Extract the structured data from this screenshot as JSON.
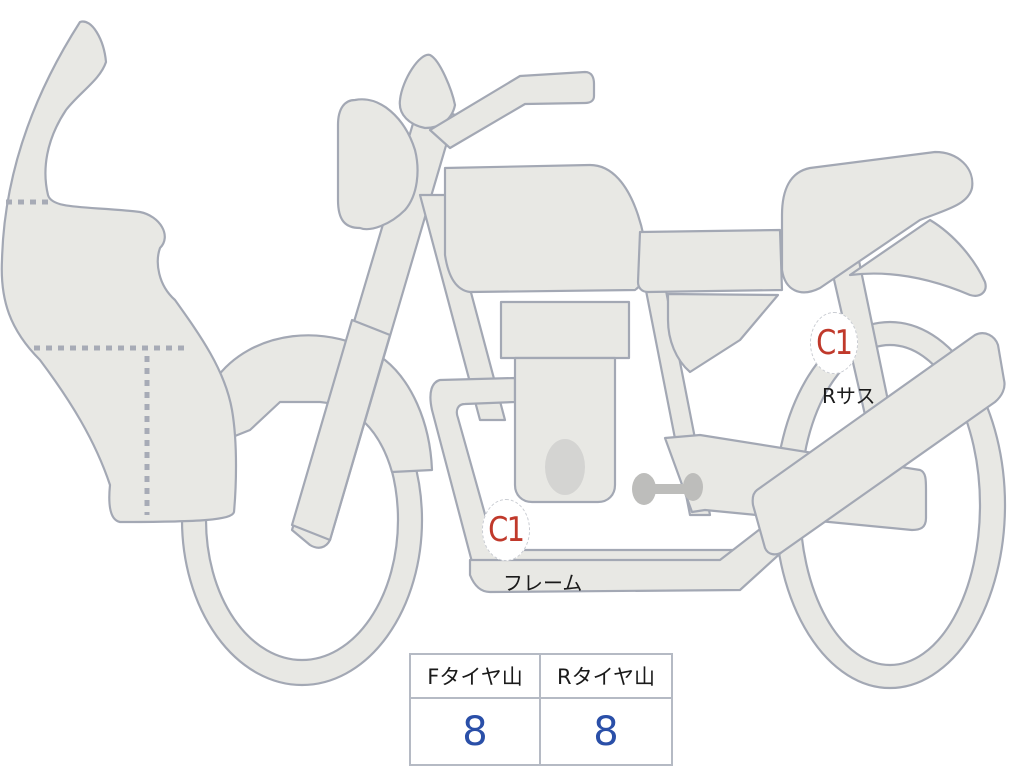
{
  "diagram": {
    "subject": "motorcycle side view",
    "colors": {
      "part_fill": "#e8e8e4",
      "part_stroke": "#a3a8b4",
      "marker_code": "#c0392b",
      "tire_value": "#2a4fa8",
      "table_border": "#b5bac4"
    }
  },
  "markers": [
    {
      "code": "C1",
      "label": "フレーム"
    },
    {
      "code": "C1",
      "label": "Rサス"
    }
  ],
  "tire_table": {
    "headers": [
      "Fタイヤ山",
      "Rタイヤ山"
    ],
    "values": [
      "8",
      "8"
    ]
  }
}
